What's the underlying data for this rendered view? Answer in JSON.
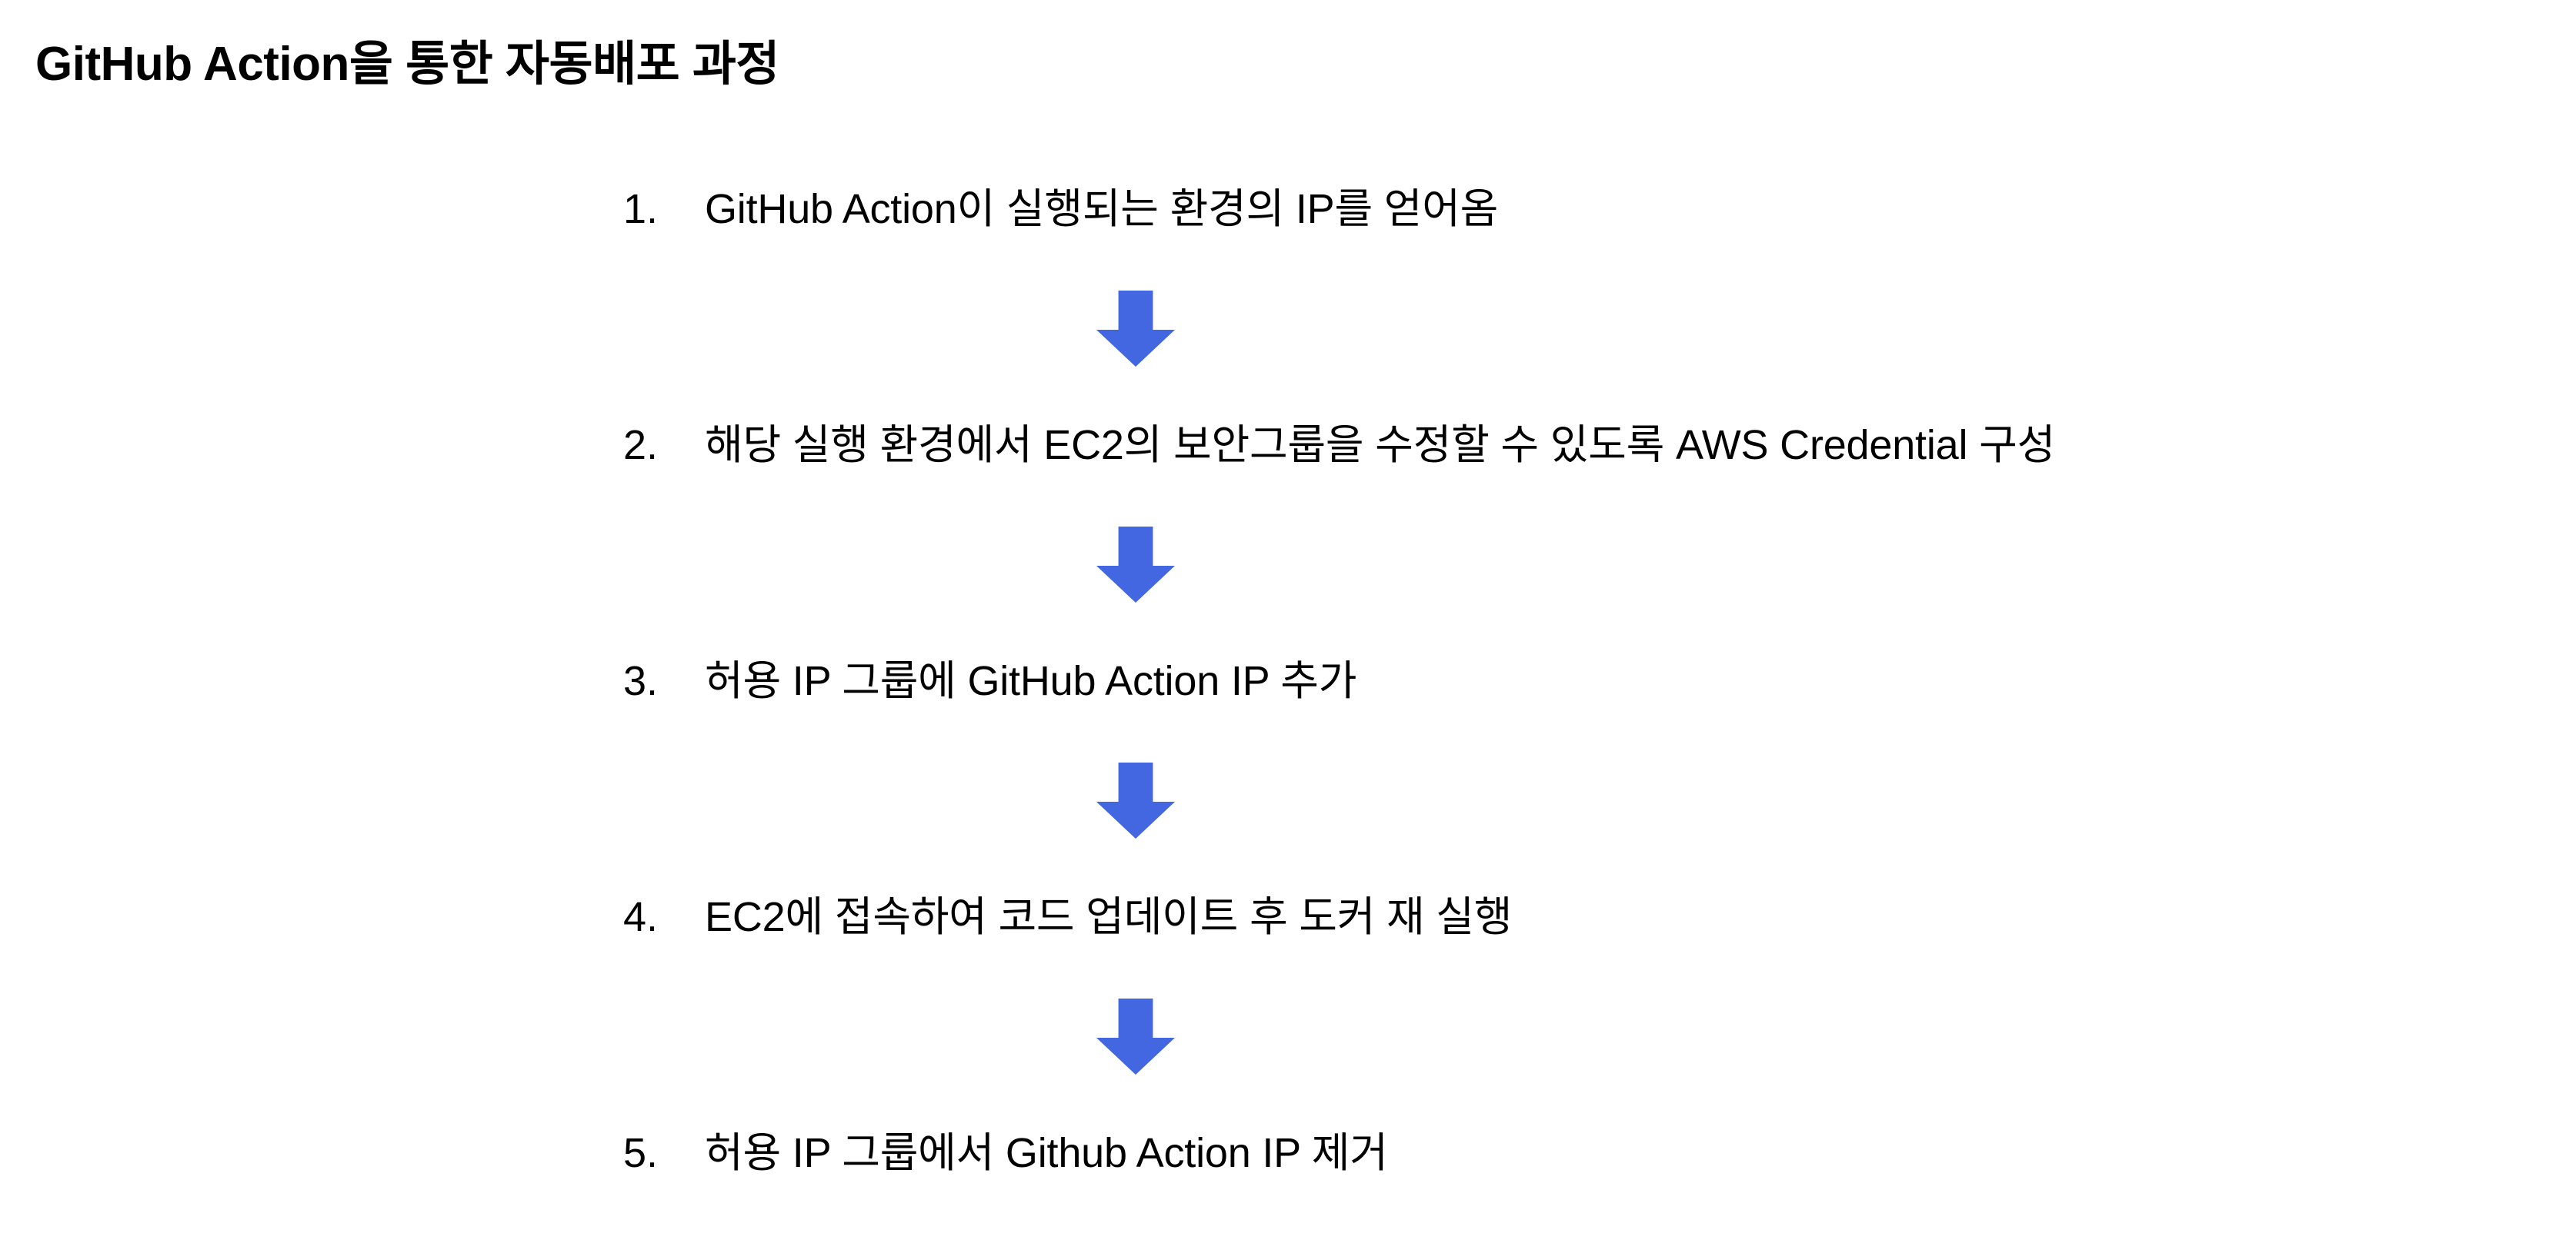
{
  "slide": {
    "title": "GitHub Action을 통한 자동배포 과정",
    "background_color": "#FFFFFF",
    "text_color": "#000000",
    "arrow_color": "#4267E0",
    "steps": [
      {
        "number": "1.",
        "text": "GitHub Action이 실행되는 환경의 IP를 얻어옴"
      },
      {
        "number": "2.",
        "text": "해당 실행 환경에서 EC2의 보안그룹을 수정할 수 있도록 AWS Credential 구성"
      },
      {
        "number": "3.",
        "text": "허용 IP 그룹에 GitHub Action IP 추가"
      },
      {
        "number": "4.",
        "text": "EC2에 접속하여 코드 업데이트 후 도커 재 실행"
      },
      {
        "number": "5.",
        "text": "허용 IP 그룹에서 Github Action IP 제거"
      }
    ],
    "connectors": [
      {
        "icon": "arrow-down-icon"
      },
      {
        "icon": "arrow-down-icon"
      },
      {
        "icon": "arrow-down-icon"
      },
      {
        "icon": "arrow-down-icon"
      }
    ]
  }
}
